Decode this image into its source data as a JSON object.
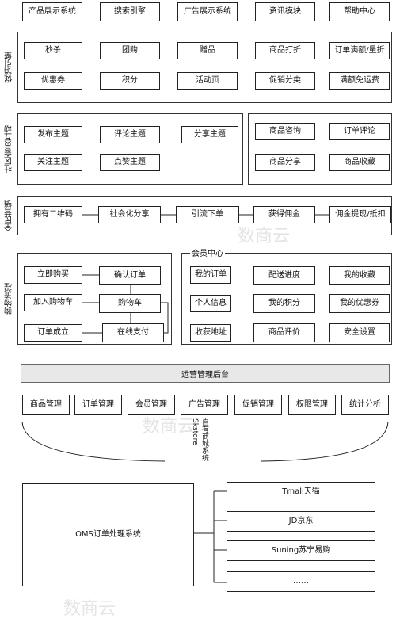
{
  "top_nav": [
    "产品展示系统",
    "搜索引擎",
    "广告展示系统",
    "资讯模块",
    "帮助中心"
  ],
  "promotion": {
    "label": "促销引擎",
    "items": [
      "秒杀",
      "团购",
      "赠品",
      "商品打折",
      "订单满额/量折",
      "优惠券",
      "积分",
      "活动页",
      "促销分类",
      "满额免运费"
    ]
  },
  "community": {
    "label": "社区会员互动",
    "left_items": [
      "发布主题",
      "评论主题",
      "分享主题",
      "关注主题",
      "点赞主题"
    ],
    "right_items": [
      "商品咨询",
      "订单评论",
      "商品分享",
      "商品收藏"
    ]
  },
  "marketing": {
    "label": "全民营销",
    "steps": [
      "拥有二维码",
      "社会化分享",
      "引流下单",
      "获得佣金",
      "佣金提现/抵扣"
    ]
  },
  "purchase": {
    "label": "购物流程",
    "items": [
      "立即购买",
      "确认订单",
      "加入购物车",
      "购物车",
      "订单成立",
      "在线支付"
    ]
  },
  "member_center": {
    "title": "会员中心",
    "items": [
      "我的订单",
      "配送进度",
      "我的收藏",
      "个人信息",
      "我的积分",
      "我的优惠券",
      "收获地址",
      "商品评价",
      "安全设置"
    ]
  },
  "backend": {
    "title": "运营管理后台",
    "modules": [
      "商品管理",
      "订单管理",
      "会员管理",
      "广告管理",
      "促销管理",
      "权限管理",
      "统计分析"
    ]
  },
  "mall_system": "自有商城系统 Skstore",
  "oms": {
    "title": "OMS订单处理系统",
    "channels": [
      "Tmall天猫",
      "JD京东",
      "Suning苏宁易购",
      "……"
    ]
  },
  "watermark_text": "数商云"
}
